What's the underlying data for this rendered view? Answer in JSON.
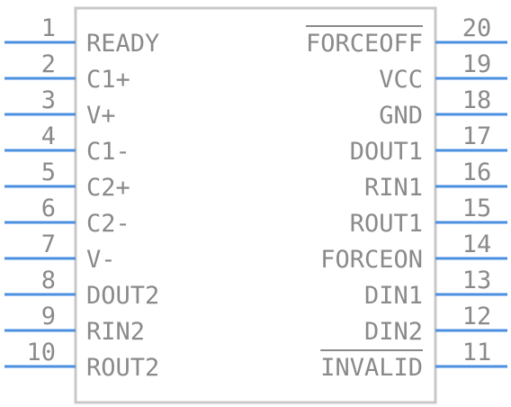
{
  "component": {
    "pins": [
      {
        "number": "1",
        "name": "READY",
        "overbar": false
      },
      {
        "number": "2",
        "name": "C1+",
        "overbar": false
      },
      {
        "number": "3",
        "name": "V+",
        "overbar": false
      },
      {
        "number": "4",
        "name": "C1-",
        "overbar": false
      },
      {
        "number": "5",
        "name": "C2+",
        "overbar": false
      },
      {
        "number": "6",
        "name": "C2-",
        "overbar": false
      },
      {
        "number": "7",
        "name": "V-",
        "overbar": false
      },
      {
        "number": "8",
        "name": "DOUT2",
        "overbar": false
      },
      {
        "number": "9",
        "name": "RIN2",
        "overbar": false
      },
      {
        "number": "10",
        "name": "ROUT2",
        "overbar": false
      },
      {
        "number": "11",
        "name": "INVALID",
        "overbar": true
      },
      {
        "number": "12",
        "name": "DIN2",
        "overbar": false
      },
      {
        "number": "13",
        "name": "DIN1",
        "overbar": false
      },
      {
        "number": "14",
        "name": "FORCEON",
        "overbar": false
      },
      {
        "number": "15",
        "name": "ROUT1",
        "overbar": false
      },
      {
        "number": "16",
        "name": "RIN1",
        "overbar": false
      },
      {
        "number": "17",
        "name": "DOUT1",
        "overbar": false
      },
      {
        "number": "18",
        "name": "GND",
        "overbar": false
      },
      {
        "number": "19",
        "name": "VCC",
        "overbar": false
      },
      {
        "number": "20",
        "name": "FORCEOFF",
        "overbar": true
      }
    ],
    "colors": {
      "pin_line": "#4a8fe0",
      "outline": "#c8c8c8",
      "text": "#8a8a8a",
      "background": "#ffffff"
    }
  }
}
